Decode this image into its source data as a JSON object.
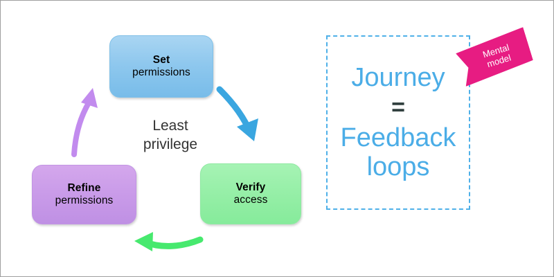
{
  "diagram": {
    "cycle": {
      "center_caption": {
        "line1": "Least",
        "line2": "privilege"
      },
      "nodes": [
        {
          "id": "set-permissions",
          "line1": "Set",
          "line2": "permissions",
          "color": "#8fc8ee"
        },
        {
          "id": "verify-access",
          "line1": "Verify",
          "line2": "access",
          "color": "#97efa8"
        },
        {
          "id": "refine-permissions",
          "line1": "Refine",
          "line2": "permissions",
          "color": "#ca9ce9"
        }
      ],
      "arrows": [
        {
          "id": "set-to-verify",
          "color": "#3aa6e0"
        },
        {
          "id": "verify-to-refine",
          "color": "#47e96e"
        },
        {
          "id": "refine-to-set",
          "color": "#c28bee"
        }
      ]
    },
    "journey_panel": {
      "line1": "Journey",
      "equals": "=",
      "line2": "Feedback",
      "line3": "loops",
      "text_color": "#4bade7",
      "border_color": "#4eb0e8"
    },
    "badge": {
      "line1": "Mental",
      "line2": "model",
      "background": "#e71c82",
      "text_color": "#ffffff"
    }
  }
}
